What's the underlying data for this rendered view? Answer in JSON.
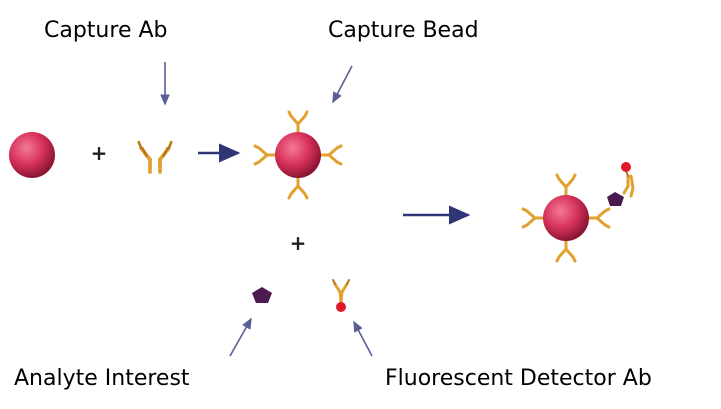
{
  "labels": {
    "capture_ab": "Capture Ab",
    "capture_bead": "Capture Bead",
    "analyte_interest": "Analyte Interest",
    "fluorescent_detector_ab": "Fluorescent Detector Ab"
  },
  "operators": {
    "plus": "+"
  },
  "colors": {
    "bead": "#d8335a",
    "bead_highlight": "#f37a95",
    "bead_shadow": "#8c1534",
    "antibody": "#e2a12f",
    "antibody_dark": "#b8781a",
    "analyte": "#4b1a4f",
    "fluorophore": "#e0182a",
    "arrow": "#2f3575",
    "pointer": "#5a5f96"
  },
  "icons": {
    "bead": "bead-icon",
    "antibody": "antibody-icon",
    "analyte": "analyte-pentagon-icon",
    "detector": "detector-antibody-icon"
  }
}
